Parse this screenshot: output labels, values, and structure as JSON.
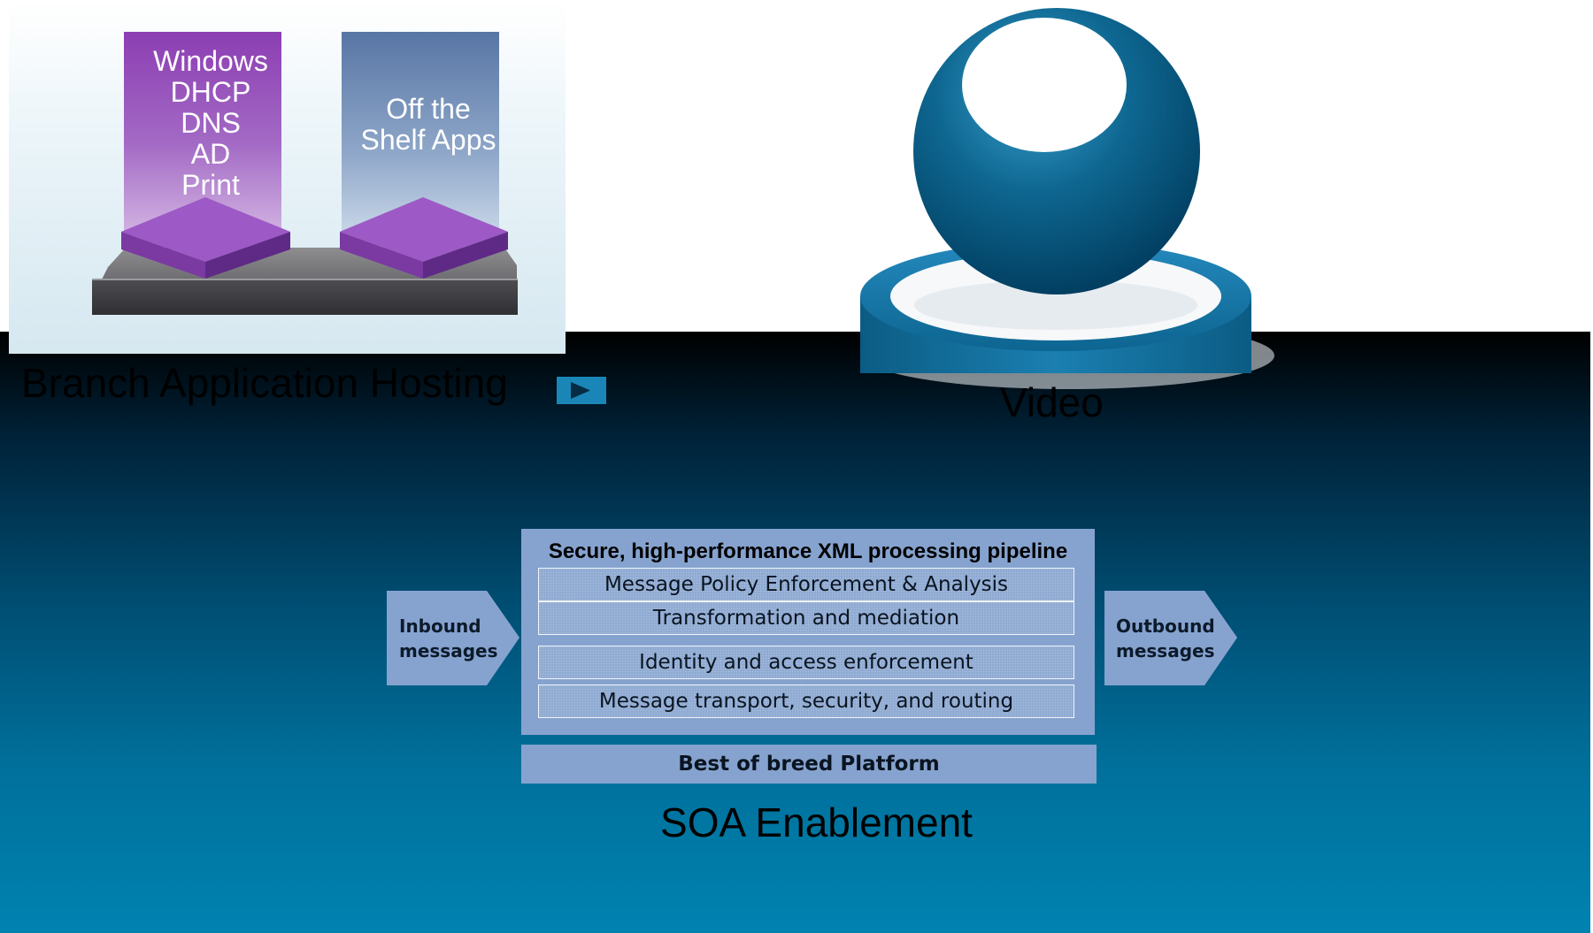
{
  "branch": {
    "title": "Branch Application Hosting",
    "windows_app": "Windows\nDHCP\nDNS\nAD\nPrint",
    "off_the_shelf_app": "Off the\nShelf Apps"
  },
  "video": {
    "title": "Video"
  },
  "soa": {
    "title": "SOA Enablement",
    "pipeline_title": "Secure, high-performance XML processing pipeline",
    "layers": [
      "Message Policy Enforcement & Analysis",
      "Transformation and mediation",
      "Identity and access enforcement",
      "Message transport, security, and routing"
    ],
    "platform": "Best of breed Platform",
    "inbound": "Inbound\nmessages",
    "outbound": "Outbound\nmessages"
  },
  "colors": {
    "purple": "#8a3fb0",
    "slate_blue": "#5f7aa6",
    "platform_blue": "#86a3cf",
    "video_teal": "#0a5f86",
    "play_blue": "#1a86b8"
  },
  "icons": {
    "play": "play-triangle-icon"
  }
}
